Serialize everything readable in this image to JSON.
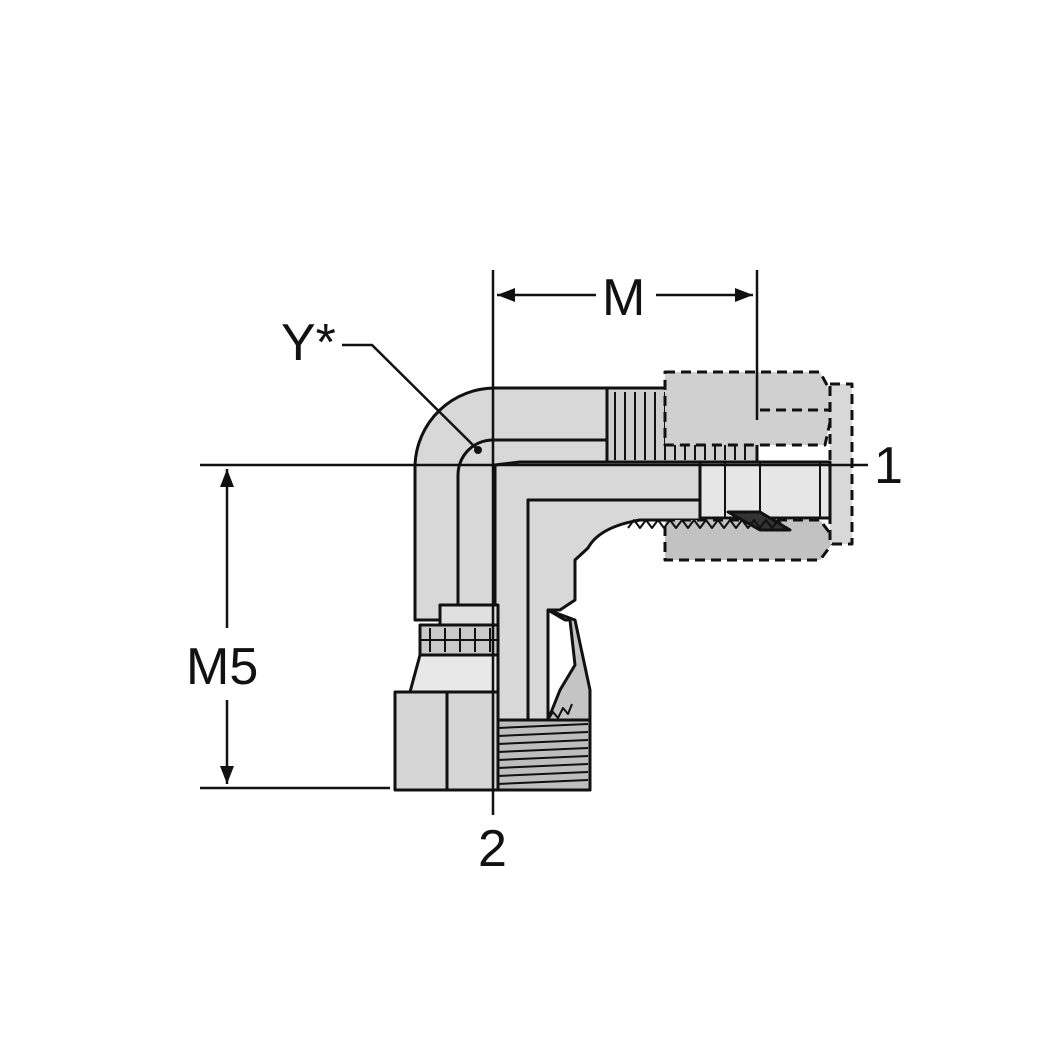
{
  "labels": {
    "dim_m": "M",
    "dim_m5": "M5",
    "callout_y": "Y*",
    "port_1": "1",
    "port_2": "2"
  },
  "colors": {
    "line": "#111111",
    "body_fill": "#d8d8d8",
    "body_dark": "#b9b9b9",
    "body_light": "#eeeeee",
    "thread_dark": "#8a8a8a",
    "background": "#ffffff"
  }
}
